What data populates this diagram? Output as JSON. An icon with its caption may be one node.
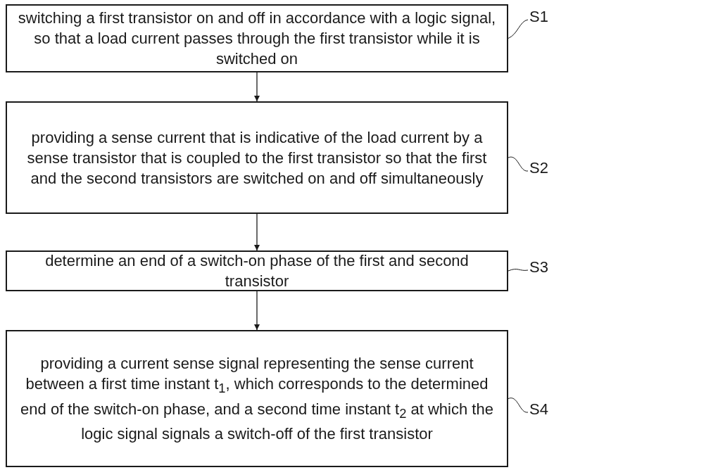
{
  "diagram": {
    "nodes": [
      {
        "text": [
          "switching a first transistor on and off in accordance with a logic signal, so that a load current passes through the first transistor while it is switched on"
        ]
      },
      {
        "text": [
          "providing a sense current that is indicative of the load current by a sense transistor that is coupled to the first transistor so that the first and the second transistors are switched on and off simultaneously"
        ]
      },
      {
        "text": [
          "determine an end of a switch-on phase of the first and second transistor"
        ]
      },
      {
        "text": [
          "providing a current sense signal representing the sense current between a first time instant t$_{1}$, which corresponds to the determined end of the switch-on phase, and a second time instant t$_{2}$ at which the logic signal signals a switch-off of the first transistor"
        ]
      },
      {
        "text": [
          "S1"
        ]
      },
      {
        "text": [
          "S2"
        ]
      },
      {
        "text": [
          "S3"
        ]
      },
      {
        "text": [
          "S4"
        ]
      }
    ],
    "edges": [
      {
        "from": 0,
        "to": 1,
        "arrow": "to"
      },
      {
        "from": 1,
        "to": 2,
        "arrow": "to"
      },
      {
        "from": 2,
        "to": 3,
        "arrow": "to"
      },
      {
        "from": 4,
        "to": 0,
        "arrow": "none"
      },
      {
        "from": 5,
        "to": 1,
        "arrow": "none"
      },
      {
        "from": 6,
        "to": 2,
        "arrow": "none"
      },
      {
        "from": 7,
        "to": 3,
        "arrow": "none"
      }
    ]
  }
}
